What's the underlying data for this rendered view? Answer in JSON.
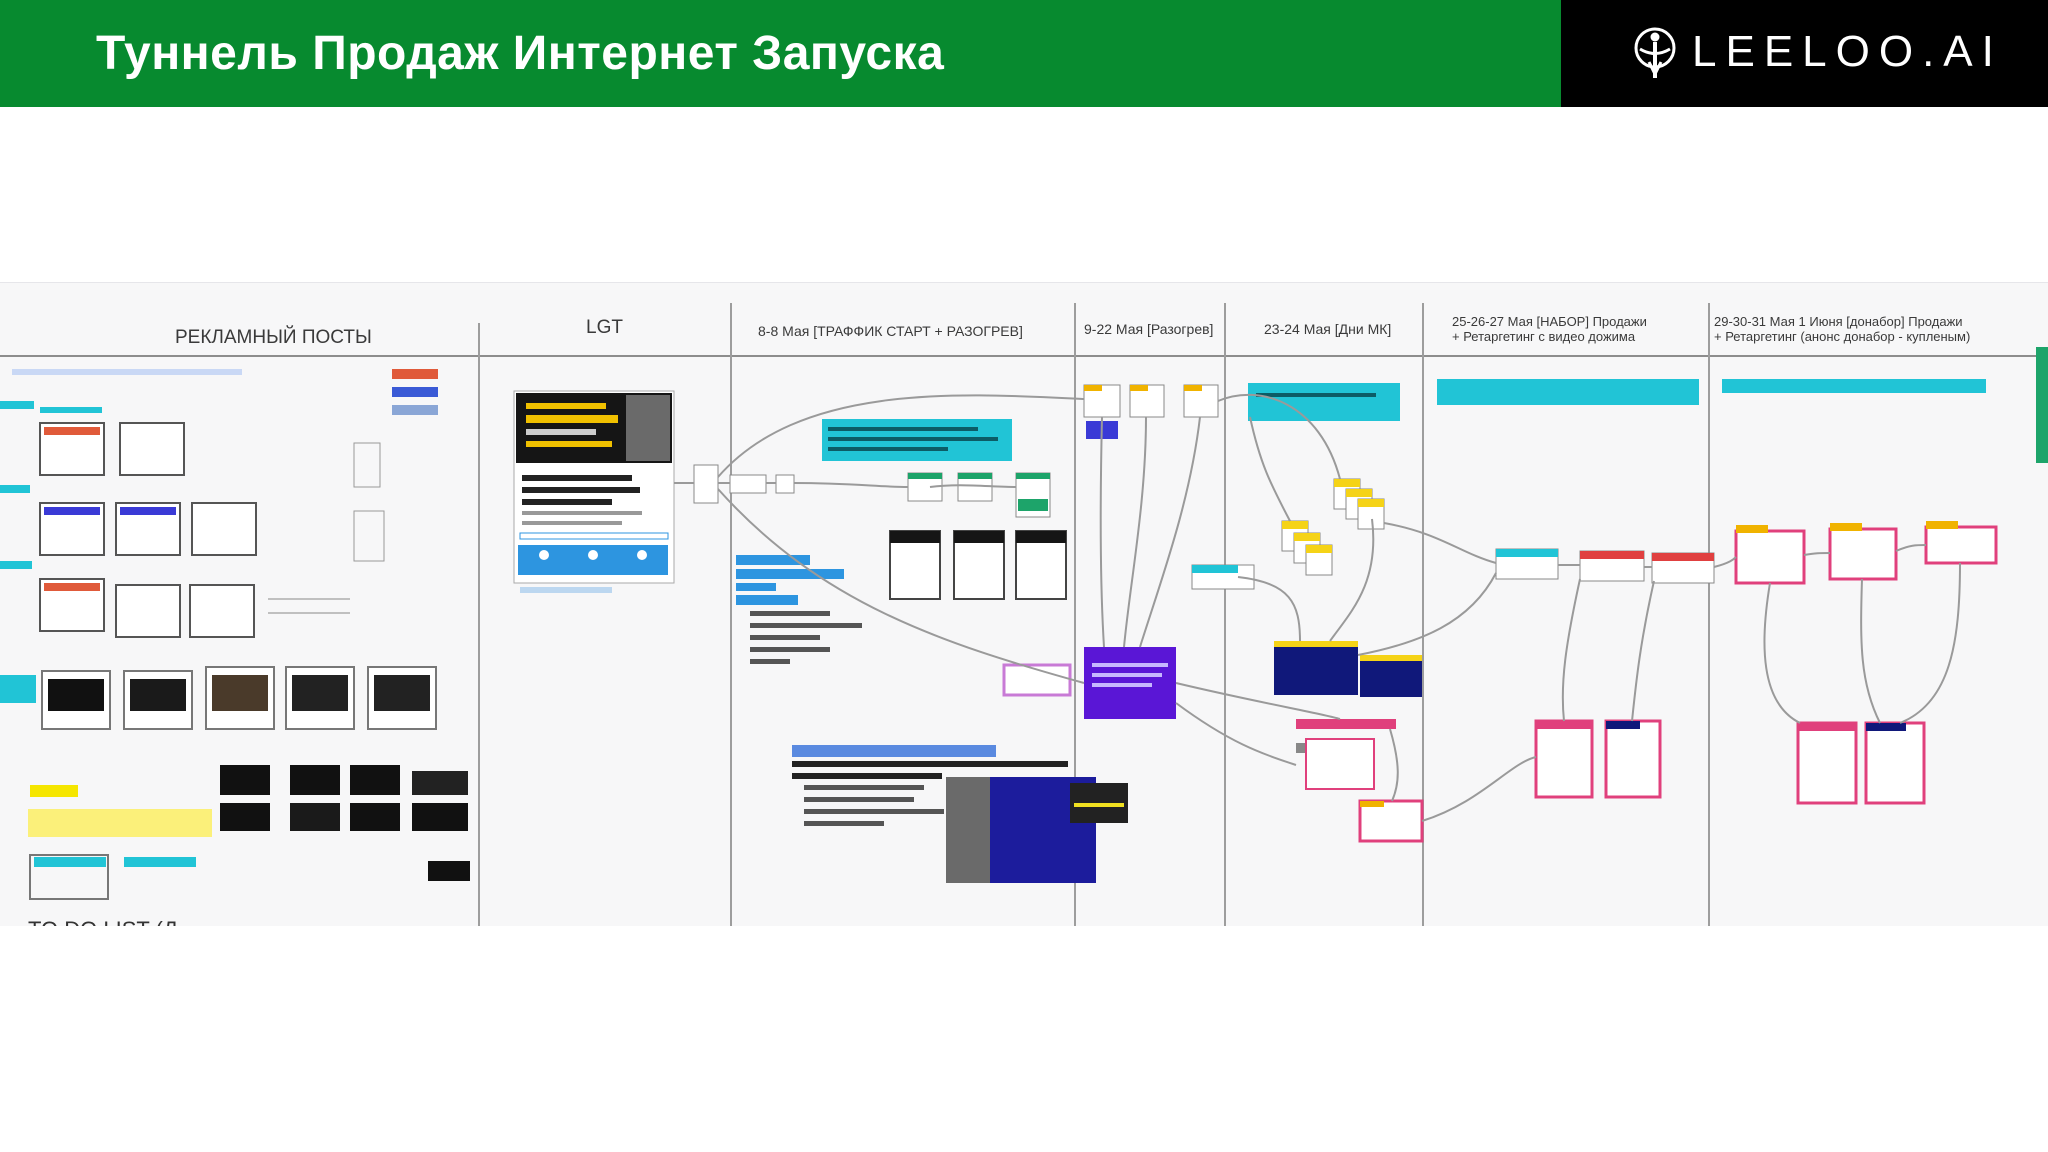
{
  "header": {
    "title": "Туннель Продаж Интернет Запуска",
    "logo_text": "LEELOO.AI",
    "colors": {
      "green": "#078a2f",
      "black": "#000000",
      "text": "#ffffff"
    }
  },
  "board": {
    "columns": [
      {
        "label": "РЕКЛАМНЫЙ ПОСТЫ"
      },
      {
        "label": "LGT"
      },
      {
        "label": "8-8 Мая [ТРАФФИК СТАРТ + РАЗОГРЕВ]"
      },
      {
        "label": "9-22 Мая [Разогрев]"
      },
      {
        "label": "23-24 Мая [Дни МК]"
      },
      {
        "label": "25-26-27 Мая [НАБОР] Продажи",
        "label2": "+ Ретаргетинг с видео дожима"
      },
      {
        "label": "29-30-31 Мая 1 Июня [донабор] Продажи",
        "label2": "+ Ретаргетинг (анонс донабор - купленым)"
      }
    ],
    "bottom_note": "TO DO LIST (Д...",
    "colors": {
      "connector": "#9a9a9a",
      "teal": "#21c4d6",
      "yellow": "#f5d317",
      "purple": "#5a16d6",
      "navy": "#10187a",
      "pink": "#e0407c",
      "blue": "#2d95e0",
      "green": "#1da46a",
      "gold": "#f0b300",
      "red": "#e04040",
      "divider": "#9d9d9d"
    }
  }
}
